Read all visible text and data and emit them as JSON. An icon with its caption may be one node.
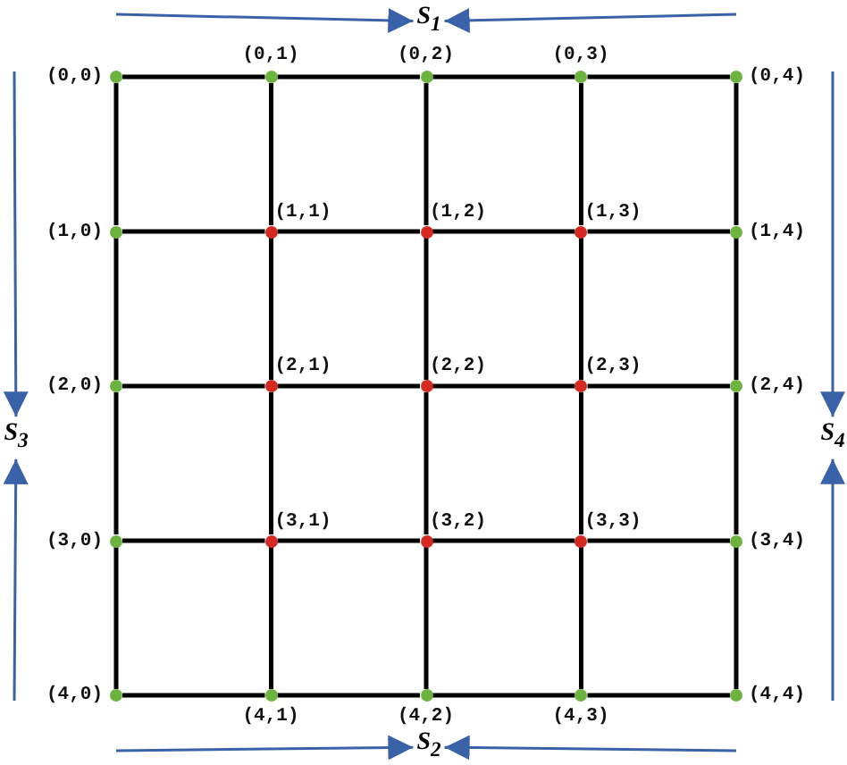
{
  "diagram": {
    "nodes": [
      {
        "text": [
          "S$_{1}$"
        ]
      },
      {
        "text": [],
        "shape": "circle",
        "beside": [
          "(0,0)"
        ]
      },
      {
        "text": [],
        "shape": "circle",
        "beside": [
          "(0,1)"
        ]
      },
      {
        "text": [],
        "shape": "circle",
        "beside": [
          "(0,2)"
        ]
      },
      {
        "text": [],
        "shape": "circle",
        "beside": [
          "(0,3)"
        ]
      },
      {
        "text": [],
        "shape": "circle",
        "beside": [
          "(0,4)"
        ]
      },
      {
        "text": [],
        "shape": "circle",
        "beside": [
          "(1,0)"
        ]
      },
      {
        "text": [],
        "shape": "circle",
        "beside": [
          "(1,1)"
        ]
      },
      {
        "text": [],
        "shape": "circle",
        "beside": [
          "(1,2)"
        ]
      },
      {
        "text": [],
        "shape": "circle",
        "beside": [
          "(1,3)"
        ]
      },
      {
        "text": [],
        "shape": "circle",
        "beside": [
          "(1,4)"
        ]
      },
      {
        "text": [],
        "shape": "circle",
        "beside": [
          "(2,0)"
        ]
      },
      {
        "text": [],
        "shape": "circle",
        "beside": [
          "(2,1)"
        ]
      },
      {
        "text": [],
        "shape": "circle",
        "beside": [
          "(2,2)"
        ]
      },
      {
        "text": [],
        "shape": "circle",
        "beside": [
          "(2,3)"
        ]
      },
      {
        "text": [],
        "shape": "circle",
        "beside": [
          "(2,4)"
        ]
      },
      {
        "text": [],
        "shape": "circle",
        "beside": [
          "(3,0)"
        ]
      },
      {
        "text": [],
        "shape": "circle",
        "beside": [
          "(3,1)"
        ]
      },
      {
        "text": [],
        "shape": "circle",
        "beside": [
          "(3,2)"
        ]
      },
      {
        "text": [],
        "shape": "circle",
        "beside": [
          "(3,3)"
        ]
      },
      {
        "text": [],
        "shape": "circle",
        "beside": [
          "(3,4)"
        ]
      },
      {
        "text": [],
        "shape": "circle",
        "beside": [
          "(4,0)"
        ]
      },
      {
        "text": [],
        "shape": "circle",
        "beside": [
          "(4,1)"
        ]
      },
      {
        "text": [],
        "shape": "circle",
        "beside": [
          "(4,2)"
        ]
      },
      {
        "text": [],
        "shape": "circle",
        "beside": [
          "(4,3)"
        ]
      },
      {
        "text": [],
        "shape": "circle",
        "beside": [
          "(4,4)"
        ]
      },
      {
        "text": [
          "S$_{3}$"
        ]
      },
      {
        "text": [
          "S$_{4}$"
        ]
      },
      {
        "text": [
          "S$_{2}$"
        ]
      }
    ],
    "edges": [
      {
        "from": 1,
        "to": 2,
        "arrow": "none"
      },
      {
        "from": 2,
        "to": 3,
        "arrow": "none"
      },
      {
        "from": 3,
        "to": 4,
        "arrow": "none"
      },
      {
        "from": 4,
        "to": 5,
        "arrow": "none"
      },
      {
        "from": 6,
        "to": 7,
        "arrow": "none"
      },
      {
        "from": 7,
        "to": 8,
        "arrow": "none"
      },
      {
        "from": 8,
        "to": 9,
        "arrow": "none"
      },
      {
        "from": 9,
        "to": 10,
        "arrow": "none"
      },
      {
        "from": 11,
        "to": 12,
        "arrow": "none"
      },
      {
        "from": 12,
        "to": 13,
        "arrow": "none"
      },
      {
        "from": 13,
        "to": 14,
        "arrow": "none"
      },
      {
        "from": 14,
        "to": 15,
        "arrow": "none"
      },
      {
        "from": 16,
        "to": 17,
        "arrow": "none"
      },
      {
        "from": 17,
        "to": 18,
        "arrow": "none"
      },
      {
        "from": 18,
        "to": 19,
        "arrow": "none"
      },
      {
        "from": 19,
        "to": 20,
        "arrow": "none"
      },
      {
        "from": 21,
        "to": 22,
        "arrow": "none"
      },
      {
        "from": 22,
        "to": 23,
        "arrow": "none"
      },
      {
        "from": 23,
        "to": 24,
        "arrow": "none"
      },
      {
        "from": 24,
        "to": 25,
        "arrow": "none"
      },
      {
        "from": 1,
        "to": 6,
        "arrow": "none"
      },
      {
        "from": 6,
        "to": 11,
        "arrow": "none"
      },
      {
        "from": 11,
        "to": 16,
        "arrow": "none"
      },
      {
        "from": 16,
        "to": 21,
        "arrow": "none"
      },
      {
        "from": 2,
        "to": 7,
        "arrow": "none"
      },
      {
        "from": 7,
        "to": 12,
        "arrow": "none"
      },
      {
        "from": 12,
        "to": 17,
        "arrow": "none"
      },
      {
        "from": 17,
        "to": 22,
        "arrow": "none"
      },
      {
        "from": 3,
        "to": 8,
        "arrow": "none"
      },
      {
        "from": 8,
        "to": 13,
        "arrow": "none"
      },
      {
        "from": 13,
        "to": 18,
        "arrow": "none"
      },
      {
        "from": 18,
        "to": 23,
        "arrow": "none"
      },
      {
        "from": 4,
        "to": 9,
        "arrow": "none"
      },
      {
        "from": 9,
        "to": 14,
        "arrow": "none"
      },
      {
        "from": 14,
        "to": 19,
        "arrow": "none"
      },
      {
        "from": 19,
        "to": 24,
        "arrow": "none"
      },
      {
        "from": 5,
        "to": 10,
        "arrow": "none"
      },
      {
        "from": 10,
        "to": 15,
        "arrow": "none"
      },
      {
        "from": 15,
        "to": 20,
        "arrow": "none"
      },
      {
        "from": 20,
        "to": 25,
        "arrow": "none"
      },
      {
        "from": null,
        "to": 0,
        "arrow": "to",
        "color": "#3a62a8"
      },
      {
        "from": null,
        "to": 0,
        "arrow": "to",
        "color": "#3a62a8"
      },
      {
        "from": null,
        "to": 28,
        "arrow": "to",
        "color": "#3a62a8"
      },
      {
        "from": null,
        "to": 28,
        "arrow": "to",
        "color": "#3a62a8"
      },
      {
        "from": null,
        "to": 26,
        "arrow": "to",
        "color": "#3a62a8"
      },
      {
        "from": null,
        "to": 26,
        "arrow": "to",
        "color": "#3a62a8"
      },
      {
        "from": null,
        "to": 27,
        "arrow": "to",
        "color": "#3a62a8"
      },
      {
        "from": null,
        "to": 27,
        "arrow": "to",
        "color": "#3a62a8"
      }
    ]
  }
}
